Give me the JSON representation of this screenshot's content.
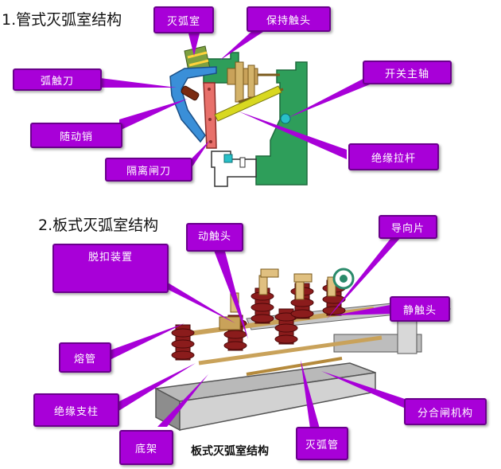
{
  "section1": {
    "title": "1.管式灭弧室结构",
    "labels": {
      "arc_chamber": "灭弧室",
      "holding_contact": "保持触头",
      "arc_contact_knife": "弧触刀",
      "main_switch_shaft": "开关主轴",
      "follower_pin": "随动销",
      "insulating_rod": "绝缘拉杆",
      "isolating_blade": "隔离闸刀"
    }
  },
  "section2": {
    "title": "2.板式灭弧室结构",
    "caption": "板式灭弧室结构",
    "labels": {
      "moving_contact": "动触头",
      "guide_plate": "导向片",
      "trip_device": "脱扣装置",
      "static_contact": "静触头",
      "fuse_tube": "熔管",
      "insulating_post": "绝缘支柱",
      "switching_mechanism": "分合闸机构",
      "base_frame": "底架",
      "arc_tube": "灭弧管"
    }
  },
  "colors": {
    "callout_fill": "#a800d8",
    "callout_border": "#6a008c",
    "green_frame": "#2e9e5a",
    "blue_arc_knife": "#3a8fd8",
    "red_blade": "#e8706a",
    "yellow_rod": "#d8d820",
    "porcelain": "#8b1c1c",
    "brass": "#c9a25a"
  }
}
